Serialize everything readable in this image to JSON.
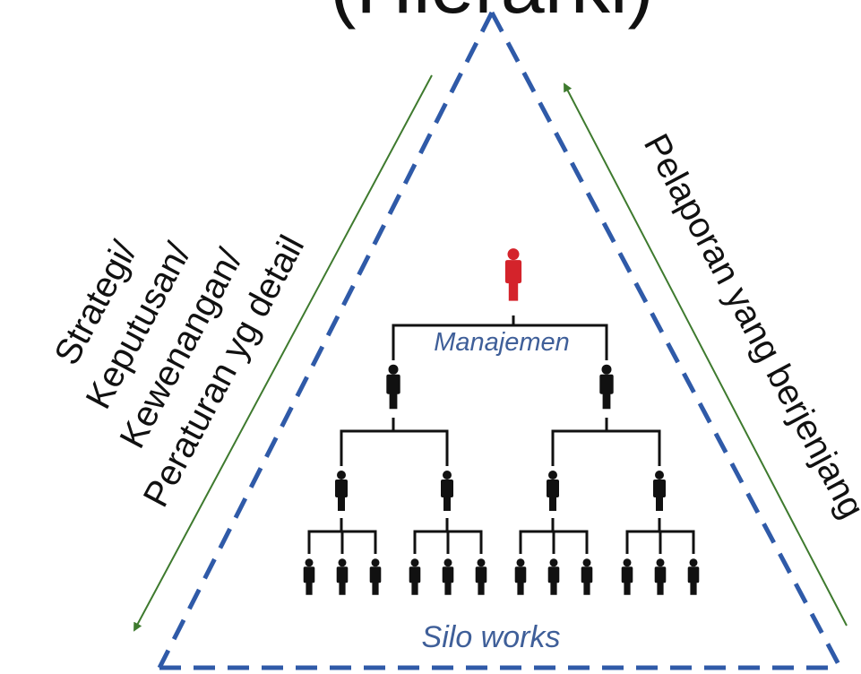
{
  "diagram": {
    "title": "(Hierarki)",
    "left_text": {
      "lines": [
        "Strategi/",
        "Keputusan/",
        "Kewenangan/",
        "Peraturan yg detail"
      ]
    },
    "right_text": "Pelaporan yang berjenjang",
    "manager_label": "Manajemen",
    "bottom_label": "Silo works",
    "colors": {
      "triangle_border": "#2f5aa8",
      "arrow": "#3e7a2e",
      "head_person": "#d4232b",
      "person": "#111111",
      "label_text": "#3f5f99"
    },
    "icons": {
      "person": "person-icon",
      "arrow_down": "arrow-down-left-icon",
      "arrow_up": "arrow-up-icon"
    }
  }
}
